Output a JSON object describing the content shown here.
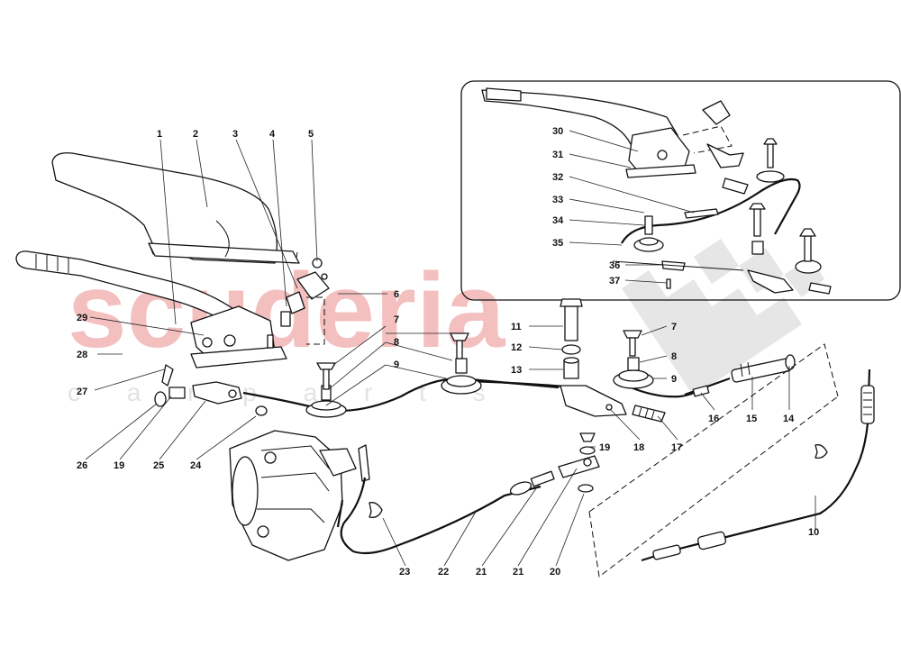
{
  "watermark": {
    "brand": "scuderia",
    "sub": "c a r p a r t s"
  },
  "callouts": {
    "c1": "1",
    "c2": "2",
    "c3": "3",
    "c4": "4",
    "c5": "5",
    "c6": "6",
    "c7a": "7",
    "c7b": "7",
    "c8a": "8",
    "c8b": "8",
    "c9a": "9",
    "c9b": "9",
    "c10": "10",
    "c11": "11",
    "c12": "12",
    "c13": "13",
    "c14": "14",
    "c15": "15",
    "c16": "16",
    "c17": "17",
    "c18": "18",
    "c19a": "19",
    "c19b": "19",
    "c20": "20",
    "c21a": "21",
    "c21b": "21",
    "c22": "22",
    "c23": "23",
    "c24": "24",
    "c25": "25",
    "c26": "26",
    "c27": "27",
    "c28": "28",
    "c29": "29",
    "c30": "30",
    "c31": "31",
    "c32": "32",
    "c33": "33",
    "c34": "34",
    "c35": "35",
    "c36": "36",
    "c37": "37"
  },
  "colors": {
    "line": "#111111",
    "watermark": "#f1b4b4",
    "checker": "#e6e6e6"
  }
}
